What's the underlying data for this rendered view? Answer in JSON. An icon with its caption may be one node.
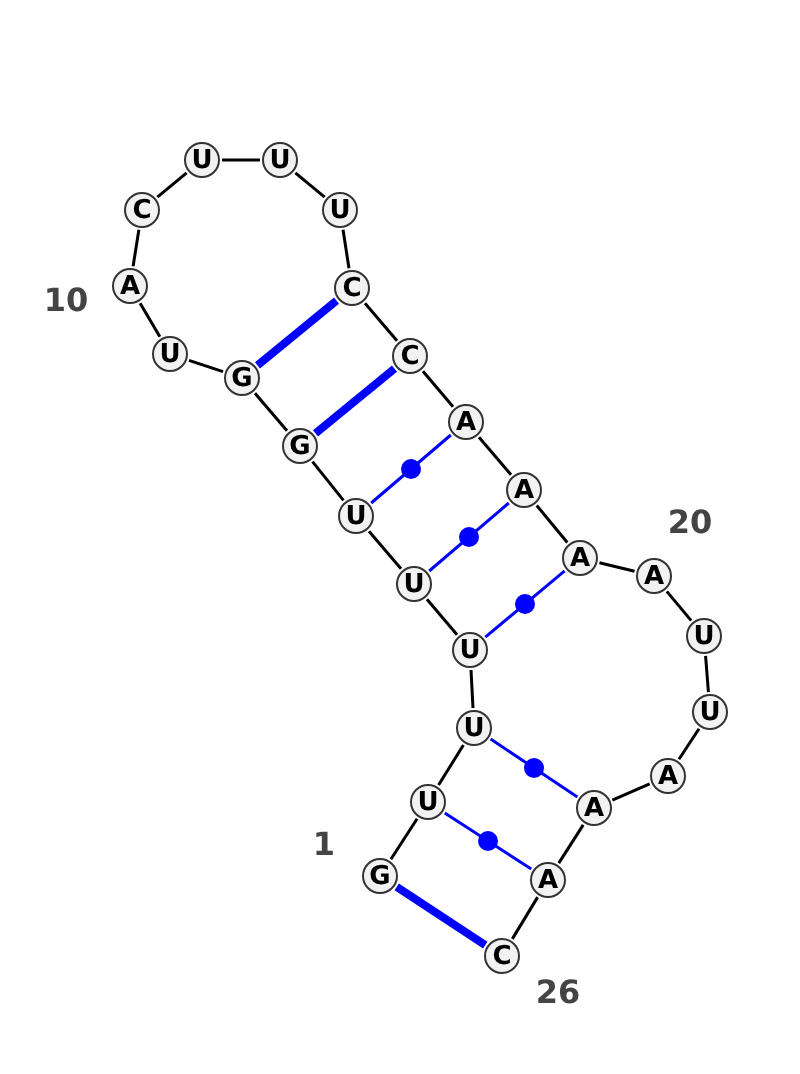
{
  "diagram": {
    "nodes": [
      {
        "text": [
          "G"
        ]
      },
      {
        "text": [
          "U"
        ]
      },
      {
        "text": [
          "U"
        ]
      },
      {
        "text": [
          "U"
        ]
      },
      {
        "text": [
          "U"
        ]
      },
      {
        "text": [
          "U"
        ]
      },
      {
        "text": [
          "G"
        ]
      },
      {
        "text": [
          "G"
        ]
      },
      {
        "text": [
          "U"
        ]
      },
      {
        "text": [
          "A"
        ]
      },
      {
        "text": [
          "C"
        ]
      },
      {
        "text": [
          "U"
        ]
      },
      {
        "text": [
          "U"
        ]
      },
      {
        "text": [
          "U"
        ]
      },
      {
        "text": [
          "C"
        ]
      },
      {
        "text": [
          "C"
        ]
      },
      {
        "text": [
          "A"
        ]
      },
      {
        "text": [
          "A"
        ]
      },
      {
        "text": [
          "A"
        ]
      },
      {
        "text": [
          "A"
        ]
      },
      {
        "text": [
          "U"
        ]
      },
      {
        "text": [
          "U"
        ]
      },
      {
        "text": [
          "A"
        ]
      },
      {
        "text": [
          "A"
        ]
      },
      {
        "text": [
          "A"
        ]
      },
      {
        "text": [
          "C"
        ]
      }
    ],
    "edges": [
      {
        "from": 0,
        "to": 1,
        "arrow": "none"
      },
      {
        "from": 1,
        "to": 2,
        "arrow": "none"
      },
      {
        "from": 2,
        "to": 3,
        "arrow": "none"
      },
      {
        "from": 3,
        "to": 4,
        "arrow": "none"
      },
      {
        "from": 4,
        "to": 5,
        "arrow": "none"
      },
      {
        "from": 5,
        "to": 6,
        "arrow": "none"
      },
      {
        "from": 6,
        "to": 7,
        "arrow": "none"
      },
      {
        "from": 7,
        "to": 8,
        "arrow": "none"
      },
      {
        "from": 8,
        "to": 9,
        "arrow": "none"
      },
      {
        "from": 9,
        "to": 10,
        "arrow": "none"
      },
      {
        "from": 10,
        "to": 11,
        "arrow": "none"
      },
      {
        "from": 11,
        "to": 12,
        "arrow": "none"
      },
      {
        "from": 12,
        "to": 13,
        "arrow": "none"
      },
      {
        "from": 13,
        "to": 14,
        "arrow": "none"
      },
      {
        "from": 14,
        "to": 15,
        "arrow": "none"
      },
      {
        "from": 15,
        "to": 16,
        "arrow": "none"
      },
      {
        "from": 16,
        "to": 17,
        "arrow": "none"
      },
      {
        "from": 17,
        "to": 18,
        "arrow": "none"
      },
      {
        "from": 18,
        "to": 19,
        "arrow": "none"
      },
      {
        "from": 19,
        "to": 20,
        "arrow": "none"
      },
      {
        "from": 20,
        "to": 21,
        "arrow": "none"
      },
      {
        "from": 21,
        "to": 22,
        "arrow": "none"
      },
      {
        "from": 22,
        "to": 23,
        "arrow": "none"
      },
      {
        "from": 23,
        "to": 24,
        "arrow": "none"
      },
      {
        "from": 24,
        "to": 25,
        "arrow": "none"
      },
      {
        "from": 0,
        "to": 25,
        "arrow": "none",
        "style": "thick",
        "color": "#0000ff"
      },
      {
        "from": 1,
        "to": 24,
        "arrow": "none",
        "color": "#0000ff"
      },
      {
        "from": 2,
        "to": 23,
        "arrow": "none",
        "color": "#0000ff"
      },
      {
        "from": 3,
        "to": 18,
        "arrow": "none",
        "color": "#0000ff"
      },
      {
        "from": 4,
        "to": 17,
        "arrow": "none",
        "color": "#0000ff"
      },
      {
        "from": 5,
        "to": 16,
        "arrow": "none",
        "color": "#0000ff"
      },
      {
        "from": 6,
        "to": 15,
        "arrow": "none",
        "style": "thick",
        "color": "#0000ff"
      },
      {
        "from": 7,
        "to": 14,
        "arrow": "none",
        "style": "thick",
        "color": "#0000ff"
      }
    ],
    "labels": [
      "10",
      "20",
      "1",
      "26"
    ]
  }
}
